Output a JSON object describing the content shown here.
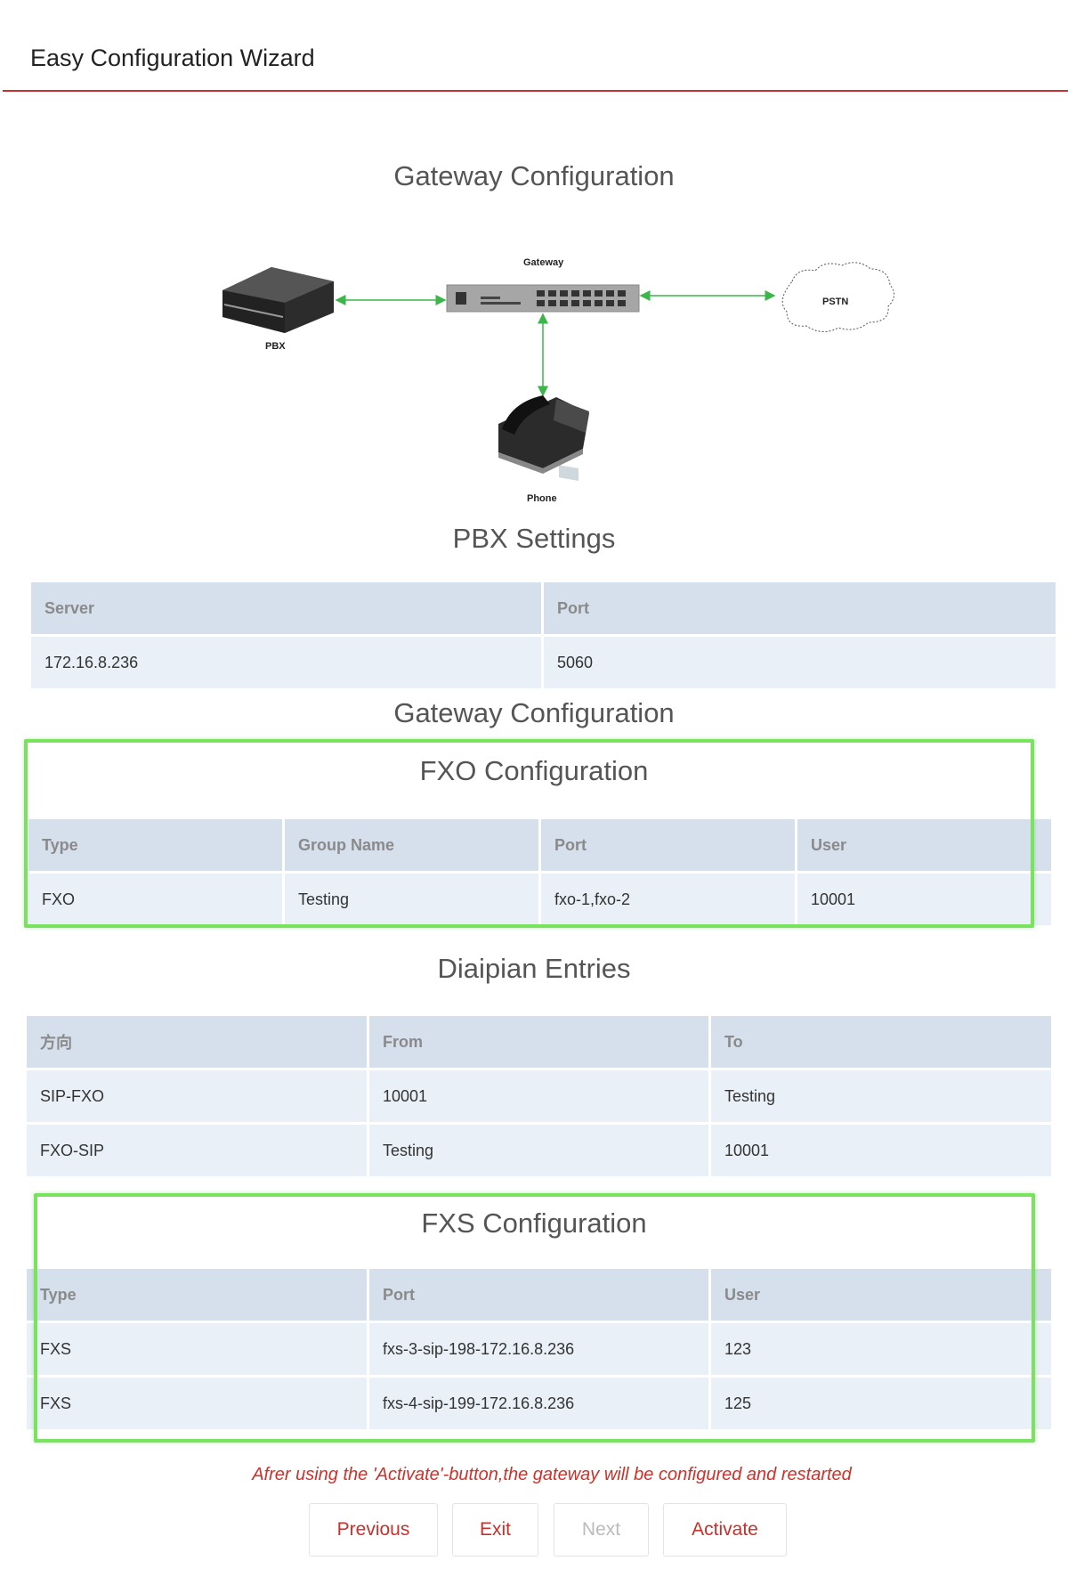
{
  "header": {
    "title": "Easy Configuration Wizard"
  },
  "sections": {
    "gateway_top": "Gateway Configuration",
    "pbx": "PBX Settings",
    "gateway_mid": "Gateway Configuration",
    "fxo": "FXO Configuration",
    "dialplan": "Diaipian Entries",
    "fxs": "FXS Configuration"
  },
  "diagram": {
    "gateway": "Gateway",
    "pbx": "PBX",
    "pstn": "PSTN",
    "phone": "Phone",
    "colors": {
      "link": "#3cb54a",
      "device": "#a6a6a6"
    }
  },
  "pbx_table": {
    "headers": [
      "Server",
      "Port"
    ],
    "rows": [
      [
        "172.16.8.236",
        "5060"
      ]
    ]
  },
  "fxo_table": {
    "headers": [
      "Type",
      "Group Name",
      "Port",
      "User"
    ],
    "rows": [
      [
        "FXO",
        "Testing",
        "fxo-1,fxo-2",
        "10001"
      ]
    ]
  },
  "dialplan_table": {
    "headers": [
      "方向",
      "From",
      "To"
    ],
    "rows": [
      [
        "SIP-FXO",
        "10001",
        "Testing"
      ],
      [
        "FXO-SIP",
        "Testing",
        "10001"
      ]
    ]
  },
  "fxs_table": {
    "headers": [
      "Type",
      "Port",
      "User"
    ],
    "rows": [
      [
        "FXS",
        "fxs-3-sip-198-172.16.8.236",
        "123"
      ],
      [
        "FXS",
        "fxs-4-sip-199-172.16.8.236",
        "125"
      ]
    ]
  },
  "notice": "Afrer using the 'Activate'-button,the gateway will be configured and restarted",
  "buttons": {
    "previous": "Previous",
    "exit": "Exit",
    "next": "Next",
    "activate": "Activate"
  },
  "colors": {
    "accent": "#c9302c",
    "highlight": "#79e35f",
    "header_bg": "#d5e0ec",
    "cell_bg": "#e9f0f7"
  }
}
